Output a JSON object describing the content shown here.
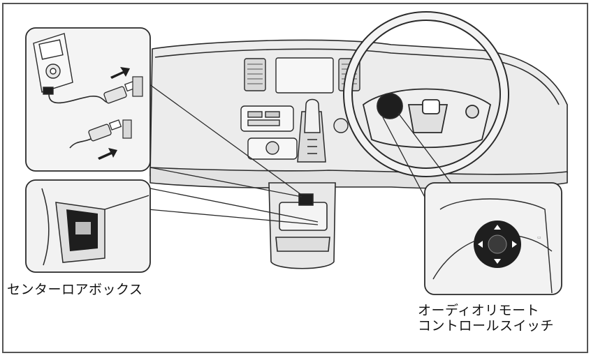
{
  "labels": {
    "center_lower_box": "センターロアボックス",
    "audio_remote_line1": "オーディオリモート",
    "audio_remote_line2": "コントロールスイッチ"
  },
  "colors": {
    "line": "#2a2a2a",
    "panel_fill": "#f2f2f2",
    "dash_fill": "#e9e9e9",
    "dark": "#1e1e1e",
    "frame": "#555555"
  },
  "icons": {
    "player": "music-player-icon",
    "usb": "usb-connector-icon",
    "remote": "audio-remote-switch-icon",
    "arrow": "insert-arrow-icon"
  }
}
